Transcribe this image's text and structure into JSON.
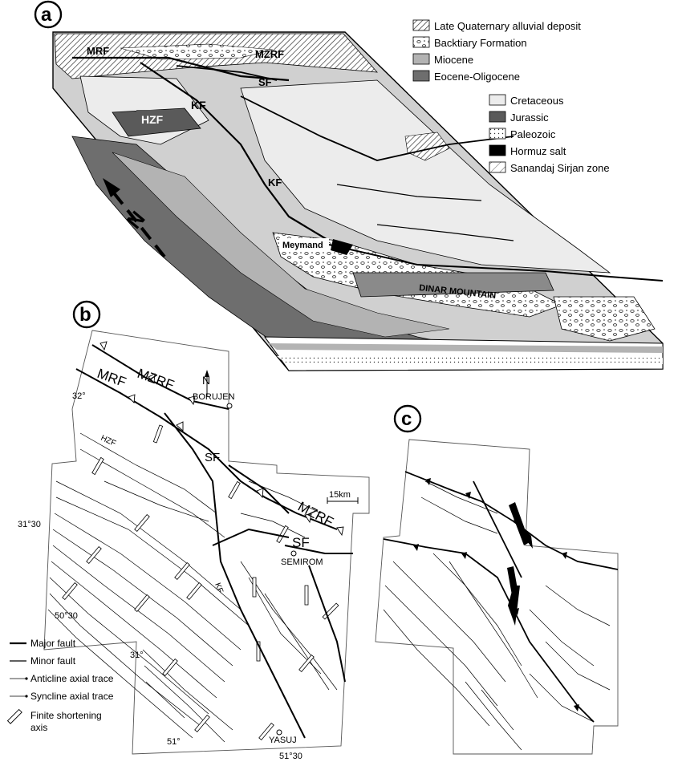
{
  "panels": {
    "a": {
      "label": "a"
    },
    "b": {
      "label": "b"
    },
    "c": {
      "label": "c"
    }
  },
  "legend_a": {
    "items": [
      {
        "label": "Late Quaternary alluvial deposit",
        "swatch": "hatch-dense"
      },
      {
        "label": "Backtiary Formation",
        "swatch": "pebbles"
      },
      {
        "label": "Miocene",
        "swatch": "#b3b3b3"
      },
      {
        "label": "Eocene-Oligocene",
        "swatch": "#6e6e6e"
      },
      {
        "label": "Cretaceous",
        "swatch": "#ececec"
      },
      {
        "label": "Jurassic",
        "swatch": "#5a5a5a"
      },
      {
        "label": "Paleozoic",
        "swatch": "dots"
      },
      {
        "label": "Hormuz salt",
        "swatch": "#000000"
      },
      {
        "label": "Sanandaj Sirjan zone",
        "swatch": "hatch-sparse"
      }
    ]
  },
  "map_a": {
    "labels": {
      "mrf": "MRF",
      "mzrf": "MZRF",
      "sf": "SF",
      "kf_upper": "KF",
      "hzf": "HZF",
      "kf_lower": "KF",
      "meymand": "Meymand",
      "dinar": "DINAR MOUNTAIN",
      "north": "N"
    }
  },
  "map_b": {
    "labels": {
      "mzrf_top": "MZRF",
      "mrf": "MRF",
      "north": "N",
      "borujen": "BORUJEN",
      "hzf": "HZF",
      "sf_upper": "SF",
      "mzrf_right": "MZRF",
      "sf_right": "SF",
      "semirom": "SEMIROM",
      "kf": "KF",
      "yasuj": "YASUJ"
    },
    "coords": {
      "lat32": "32°",
      "lat3130": "31°30",
      "lon5030": "50°30",
      "lat31": "31°",
      "lon51": "51°",
      "lon5130": "51°30"
    },
    "scale": "15km"
  },
  "legend_b": {
    "items": [
      {
        "label": "Major fault"
      },
      {
        "label": "Minor fault"
      },
      {
        "label": "Anticline axial trace"
      },
      {
        "label": "Syncline axial trace"
      },
      {
        "label": "Finite shortening axis"
      }
    ]
  }
}
